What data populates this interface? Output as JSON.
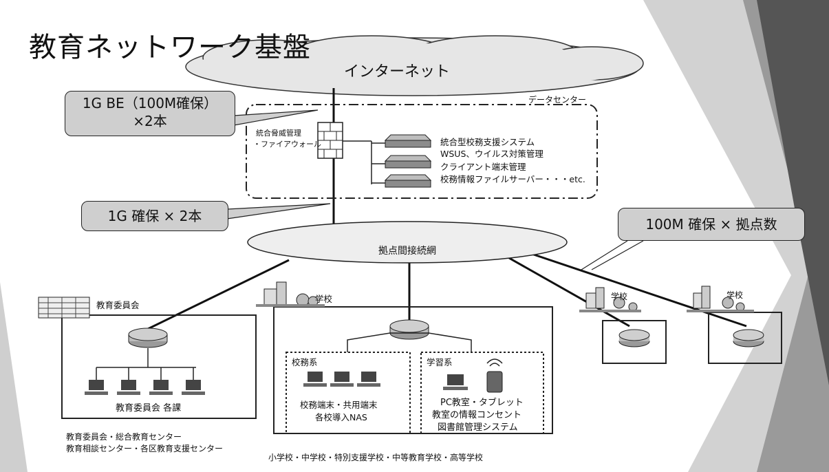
{
  "title": "教育ネットワーク基盤",
  "internet": "インターネット",
  "callouts": {
    "dc_link_line1": "1G BE（100M確保）",
    "dc_link_line2": "×2本",
    "core_link": "1G 確保 × 2本",
    "site_link": "100M 確保 × 拠点数"
  },
  "datacenter": {
    "label": "データセンター",
    "firewall_line1": "統合脅威管理",
    "firewall_line2": "・ファイアウォール",
    "systems": [
      "統合型校務支援システム",
      "WSUS、ウイルス対策管理",
      "クライアント端末管理",
      "校務情報ファイルサーバー・・・etc."
    ]
  },
  "network": "拠点間接続網",
  "board": {
    "label": "教育委員会",
    "sub_label": "教育委員会 各課",
    "footer_line1": "教育委員会・総合教育センター",
    "footer_line2": "教育相談センター・各区教育支援センター"
  },
  "school": {
    "label": "学校",
    "admin_title": "校務系",
    "admin_line1": "校務端末・共用端末",
    "admin_line2": "各校導入NAS",
    "learning_title": "学習系",
    "learning_line1": "PC教室・タブレット",
    "learning_line2": "教室の情報コンセント",
    "learning_line3": "図書館管理システム",
    "footer": "小学校・中学校・特別支援学校・中等教育学校・高等学校"
  },
  "other_schools_label": "学校",
  "colors": {
    "callout_fill": "#cfcfcf",
    "cloud_fill": "#e6e6e6",
    "network_fill": "#eeeeee",
    "server_fill": "#9a9a9a",
    "slab_dark": "#555555"
  }
}
